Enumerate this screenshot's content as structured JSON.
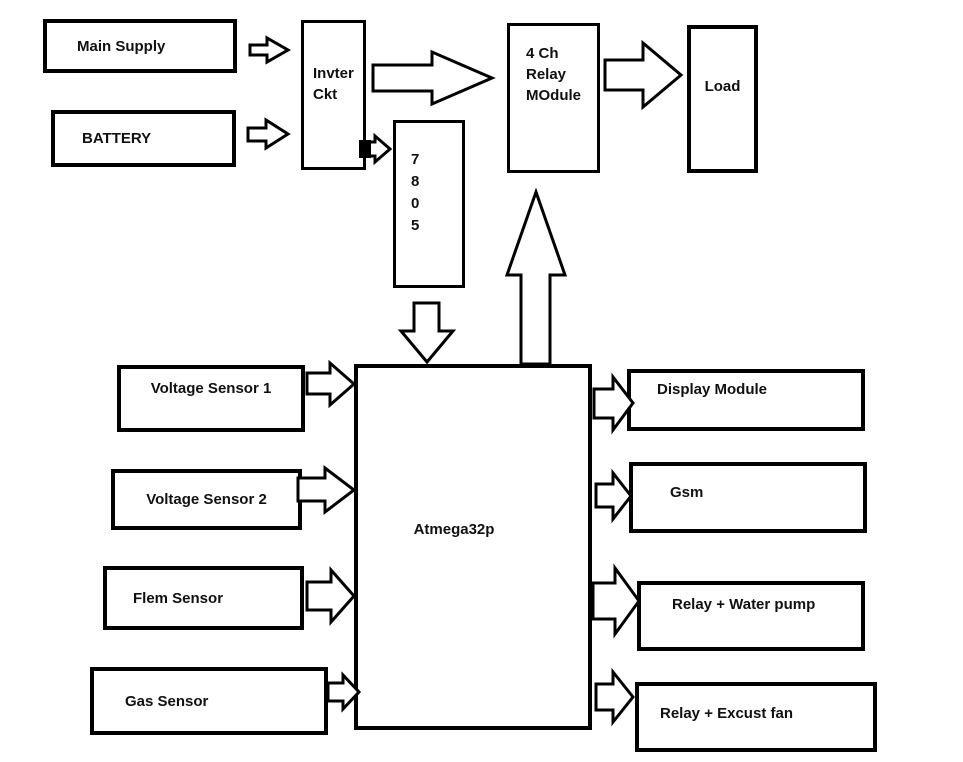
{
  "nodes": {
    "main_supply": {
      "label": "Main Supply"
    },
    "battery": {
      "label": "BATTERY"
    },
    "inverter_ckt": {
      "lines": [
        "Invter",
        "Ckt"
      ]
    },
    "relay_module_4ch": {
      "lines": [
        "4 Ch",
        "Relay",
        "MOdule"
      ]
    },
    "load": {
      "label": "Load"
    },
    "regulator_7805": {
      "lines": [
        "7",
        "8",
        "0",
        "5"
      ]
    },
    "atmega32p": {
      "label": "Atmega32p"
    },
    "voltage_sensor_1": {
      "label": "Voltage Sensor 1"
    },
    "voltage_sensor_2": {
      "label": "Voltage Sensor 2"
    },
    "flame_sensor": {
      "label": "Flem Sensor"
    },
    "gas_sensor": {
      "label": "Gas Sensor"
    },
    "display_module": {
      "label": "Display Module"
    },
    "gsm": {
      "label": "Gsm"
    },
    "relay_water_pump": {
      "label": "Relay + Water pump"
    },
    "relay_exhaust_fan": {
      "label": "Relay + Excust fan"
    }
  },
  "connections": [
    {
      "from": "main_supply",
      "to": "inverter_ckt"
    },
    {
      "from": "battery",
      "to": "inverter_ckt"
    },
    {
      "from": "inverter_ckt",
      "to": "relay_module_4ch"
    },
    {
      "from": "inverter_ckt",
      "to": "regulator_7805"
    },
    {
      "from": "relay_module_4ch",
      "to": "load"
    },
    {
      "from": "regulator_7805",
      "to": "atmega32p"
    },
    {
      "from": "atmega32p",
      "to": "relay_module_4ch"
    },
    {
      "from": "voltage_sensor_1",
      "to": "atmega32p"
    },
    {
      "from": "voltage_sensor_2",
      "to": "atmega32p"
    },
    {
      "from": "flame_sensor",
      "to": "atmega32p"
    },
    {
      "from": "gas_sensor",
      "to": "atmega32p"
    },
    {
      "from": "atmega32p",
      "to": "display_module"
    },
    {
      "from": "atmega32p",
      "to": "gsm"
    },
    {
      "from": "atmega32p",
      "to": "relay_water_pump"
    },
    {
      "from": "atmega32p",
      "to": "relay_exhaust_fan"
    }
  ],
  "colors": {
    "line": "#000000",
    "background": "#ffffff",
    "text": "#111111"
  }
}
